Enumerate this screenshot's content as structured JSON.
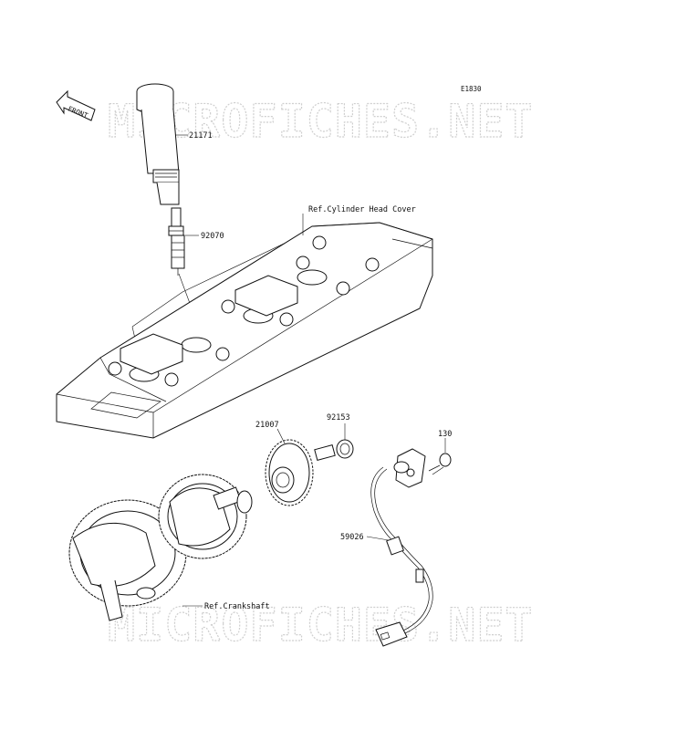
{
  "diagram": {
    "code": "E1830",
    "front_label": "FRONT",
    "watermark": "MICROFICHES.NET",
    "callouts": {
      "ignition_coil": "21171",
      "spark_plug": "92070",
      "cylinder_head_cover": "Ref.Cylinder Head Cover",
      "timing_rotor": "21007",
      "rotor_bolt": "92153",
      "sensor_bolt": "130",
      "pickup_sensor": "59026",
      "crankshaft": "Ref.Crankshaft"
    }
  }
}
